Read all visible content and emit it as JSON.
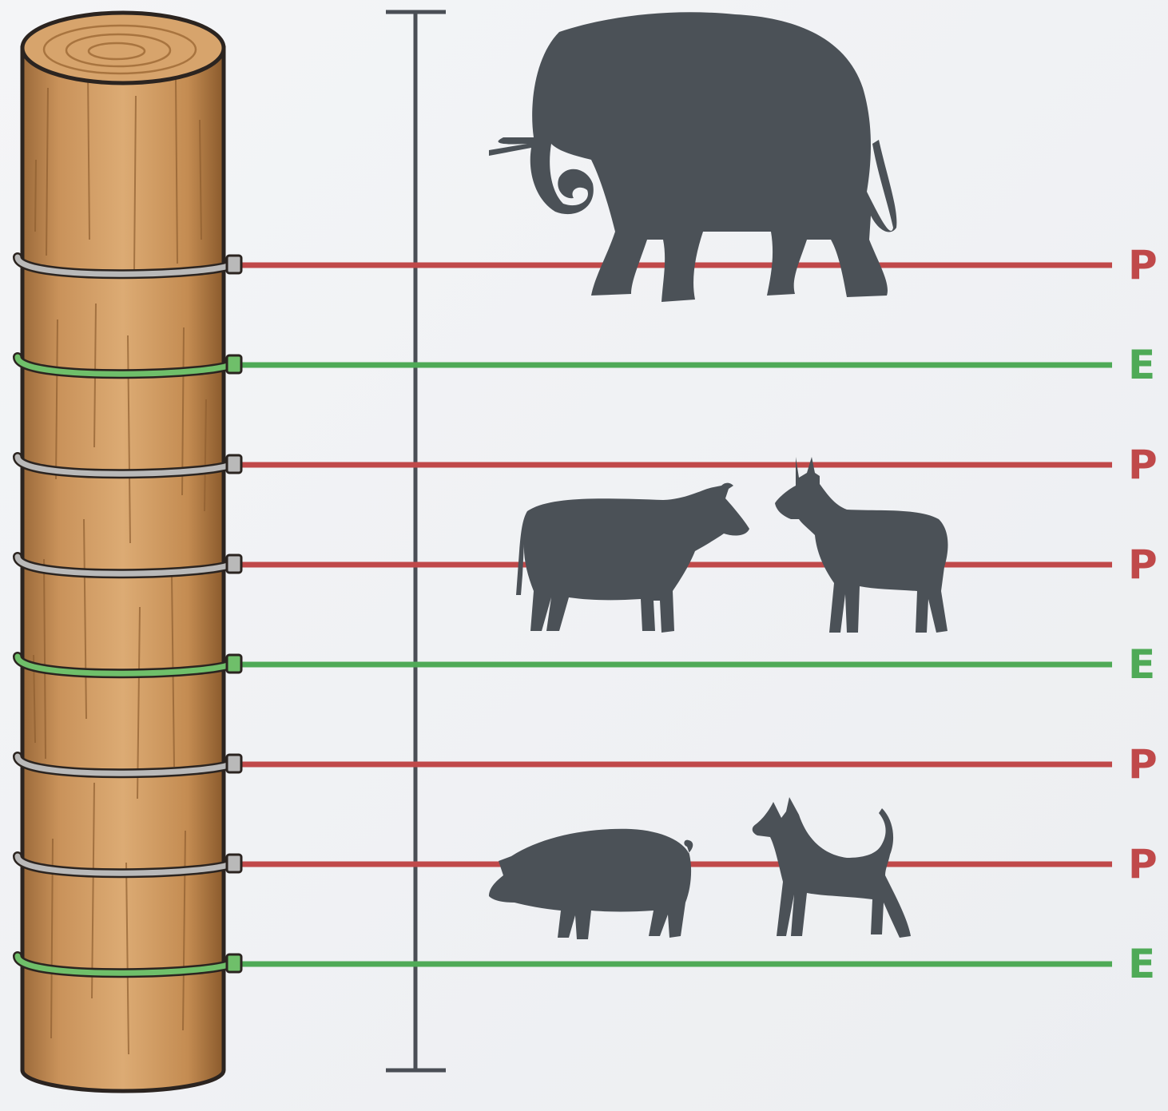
{
  "colors": {
    "background": "#eef0f3",
    "post_wood": "#c9925a",
    "post_wood_dark": "#8e5e30",
    "post_wood_light": "#dcab74",
    "post_top": "#d7a46c",
    "insulator_gray": "#b9b9b9",
    "insulator_green": "#6fbf6a",
    "live_wire": "#c0494a",
    "earth_wire": "#4faa57",
    "height_marker": "#4a4e55",
    "animal_silhouette": "#4b5157"
  },
  "icons": {
    "post": "wooden-post-icon",
    "height": "height-marker-icon",
    "animals": [
      "elephant-icon",
      "cow-icon",
      "goat-icon",
      "pig-icon",
      "dog-icon"
    ]
  },
  "wires": [
    {
      "type": "live",
      "label": "P"
    },
    {
      "type": "earth",
      "label": "E"
    },
    {
      "type": "live",
      "label": "P"
    },
    {
      "type": "live",
      "label": "P"
    },
    {
      "type": "earth",
      "label": "E"
    },
    {
      "type": "live",
      "label": "P"
    },
    {
      "type": "live",
      "label": "P"
    },
    {
      "type": "earth",
      "label": "E"
    }
  ]
}
